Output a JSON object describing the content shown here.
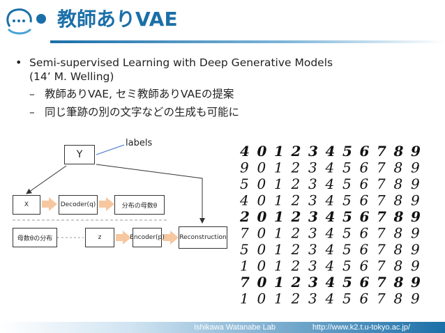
{
  "header": {
    "title": "教師ありVAE"
  },
  "bullets": {
    "main": "Semi-supervised Learning with Deep Generative Models",
    "main_cont": "(14’ M. Welling)",
    "sub": [
      "教師ありVAE, セミ教師ありVAEの提案",
      "同じ筆跡の別の文字などの生成も可能に"
    ]
  },
  "diagram": {
    "y": "Y",
    "labels": "labels",
    "x": "X",
    "decoder": "Decoder(q)",
    "dist_theta": "分布の母数θ",
    "theta_dist": "母数θの分布",
    "z": "z",
    "encoder": "Encoder(p)",
    "reconstruction": "Reconstruction"
  },
  "digits_rows": [
    "4 0 1 2 3 4 5 6 7 8 9",
    "9 0 1 2 3 4 5 6 7 8 9",
    "5 0 1 2 3 4 5 6 7 8 9",
    "4 0 1 2 3 4 5 6 7 8 9",
    "2 0 1 2 3 4 5 6 7 8 9",
    "7 0 1 2 3 4 5 6 7 8 9",
    "5 0 1 2 3 4 5 6 7 8 9",
    "1 0 1 2 3 4 5 6 7 8 9",
    "7 0 1 2 3 4 5 6 7 8 9",
    "1 0 1 2 3 4 5 6 7 8 9"
  ],
  "footer": {
    "lab": "Ishikawa Watanabe Lab",
    "url": "http://www.k2.t.u-tokyo.ac.jp/"
  },
  "colors": {
    "accent": "#1b6fa8",
    "arrow_fill": "#f7c7a0"
  }
}
